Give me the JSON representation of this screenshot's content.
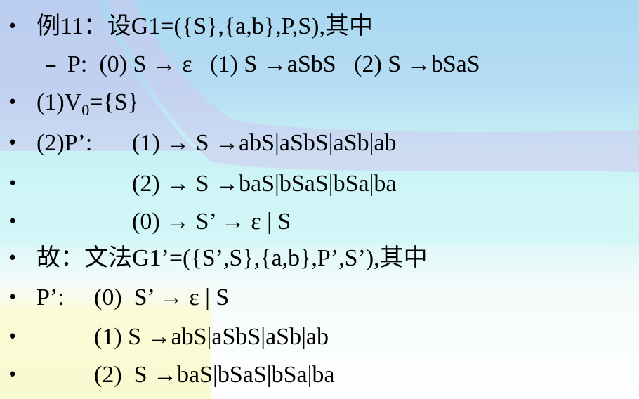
{
  "slide": {
    "lines": [
      {
        "bullet": "•",
        "text": "例11：设G1=({S},{a,b},P,S),其中"
      },
      {
        "bullet": "–",
        "text": "P:  (0) S → ε   (1) S →aSbS   (2) S →bSaS"
      },
      {
        "bullet": "•",
        "text_before_sub": "(1)V",
        "sub": "0",
        "text_after_sub": "={S}"
      },
      {
        "bullet": "•",
        "label": "(2)P’:",
        "text": "(1) → S →abS|aSbS|aSb|ab"
      },
      {
        "bullet": "•",
        "text": "(2) → S →baS|bSaS|bSa|ba"
      },
      {
        "bullet": "•",
        "text": "(0) → S’ → ε | S"
      },
      {
        "bullet": "•",
        "text": "故：文法G1’=({S’,S},{a,b},P’,S’),其中"
      },
      {
        "bullet": "•",
        "label": "P’:",
        "text": "(0)  S’ → ε | S"
      },
      {
        "bullet": "•",
        "text": "(1) S →abS|aSbS|aSb|ab"
      },
      {
        "bullet": "•",
        "text": "(2)  S →baS|bSaS|bSa|ba"
      }
    ]
  },
  "colors": {
    "bg_blue": "#a9d8f2",
    "bg_lavender": "#cfc8ef",
    "bg_cyan": "#c9f4f6",
    "bg_yellow": "#fbfbd8",
    "text": "#000000"
  }
}
